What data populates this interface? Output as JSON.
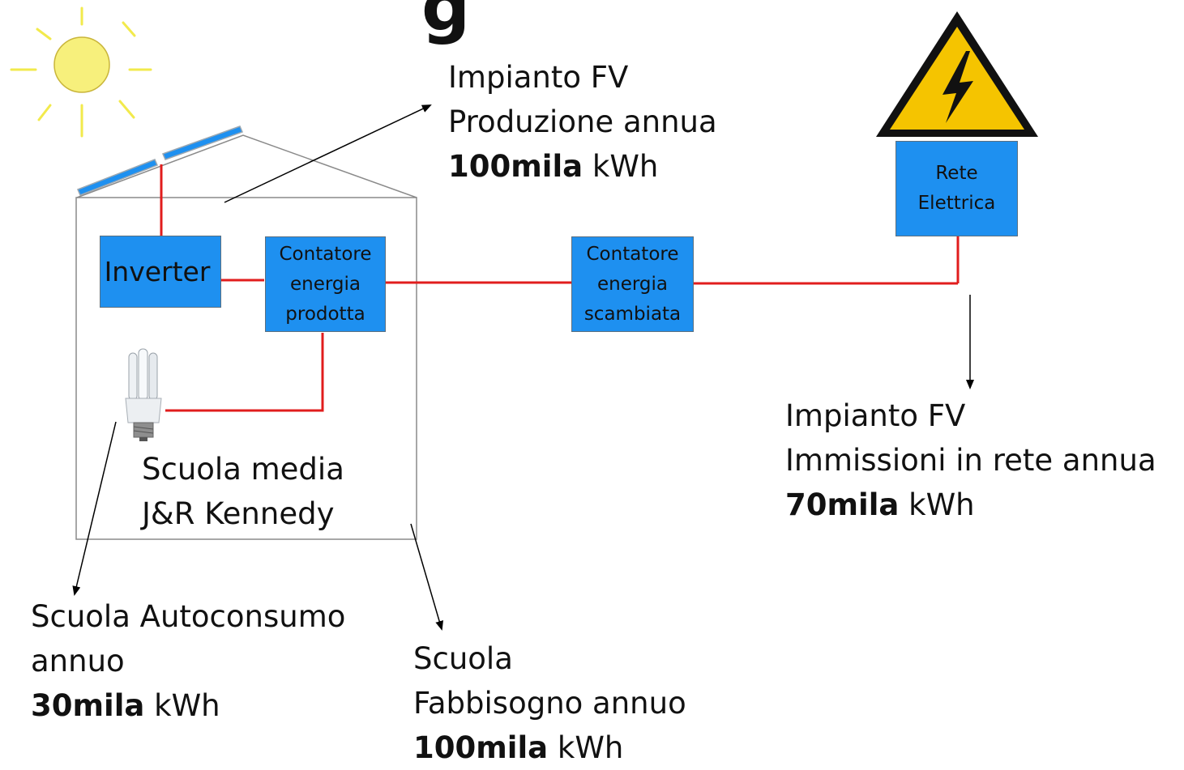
{
  "colors": {
    "box_fill": "#1e90f0",
    "wire": "#e11d1d",
    "sun": "#f7f07c",
    "sun_rays": "#f2ea4c",
    "house_outline": "#8a8a8a",
    "warning_yellow": "#f5c400"
  },
  "title_fragment": "g",
  "boxes": {
    "inverter": "Inverter",
    "produced_meter": [
      "Contatore",
      "energia",
      "prodotta"
    ],
    "exchanged_meter": [
      "Contatore",
      "energia",
      "scambiata"
    ],
    "grid": [
      "Rete",
      "Elettrica"
    ]
  },
  "labels": {
    "production": {
      "line1": "Impianto FV",
      "line2": "Produzione annua",
      "value": "100mila",
      "unit": " kWh"
    },
    "school_name": {
      "line1": "Scuola media",
      "line2": "J&R Kennedy"
    },
    "feed_in": {
      "line1": "Impianto FV",
      "line2": "Immissioni in rete annua",
      "value": "70mila",
      "unit": " kWh"
    },
    "self_consumption": {
      "line1": "Scuola Autoconsumo",
      "line2": "annuo",
      "value": "30mila",
      "unit": " kWh"
    },
    "demand": {
      "line1": "Scuola",
      "line2": "Fabbisogno annuo",
      "value": "100mila",
      "unit": " kWh"
    }
  },
  "icons": {
    "sun": "sun-icon",
    "solar_panels": "solar-panel-icon",
    "warning": "high-voltage-warning-icon",
    "bulb": "light-bulb-icon"
  }
}
